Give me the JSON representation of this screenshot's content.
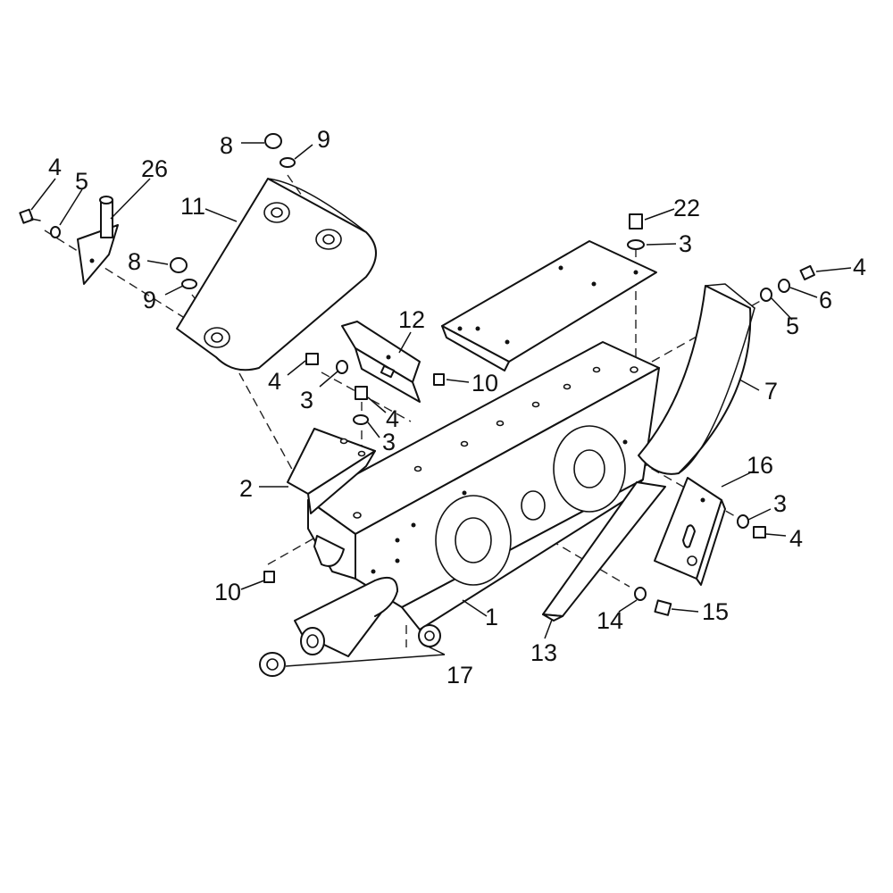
{
  "callouts": [
    {
      "id": "c4a",
      "text": "4"
    },
    {
      "id": "c5a",
      "text": "5"
    },
    {
      "id": "c26",
      "text": "26"
    },
    {
      "id": "c8a",
      "text": "8"
    },
    {
      "id": "c9a",
      "text": "9"
    },
    {
      "id": "c11",
      "text": "11"
    },
    {
      "id": "c8b",
      "text": "8"
    },
    {
      "id": "c9b",
      "text": "9"
    },
    {
      "id": "c22",
      "text": "22"
    },
    {
      "id": "c3a",
      "text": "3"
    },
    {
      "id": "c4b",
      "text": "4"
    },
    {
      "id": "c6",
      "text": "6"
    },
    {
      "id": "c5b",
      "text": "5"
    },
    {
      "id": "c12",
      "text": "12"
    },
    {
      "id": "c10a",
      "text": "10"
    },
    {
      "id": "c4c",
      "text": "4"
    },
    {
      "id": "c3b",
      "text": "3"
    },
    {
      "id": "c4d",
      "text": "4"
    },
    {
      "id": "c3c",
      "text": "3"
    },
    {
      "id": "c7",
      "text": "7"
    },
    {
      "id": "c16",
      "text": "16"
    },
    {
      "id": "c3d",
      "text": "3"
    },
    {
      "id": "c4e",
      "text": "4"
    },
    {
      "id": "c2",
      "text": "2"
    },
    {
      "id": "c10b",
      "text": "10"
    },
    {
      "id": "c1",
      "text": "1"
    },
    {
      "id": "c14",
      "text": "14"
    },
    {
      "id": "c15",
      "text": "15"
    },
    {
      "id": "c13",
      "text": "13"
    },
    {
      "id": "c17",
      "text": "17"
    }
  ]
}
